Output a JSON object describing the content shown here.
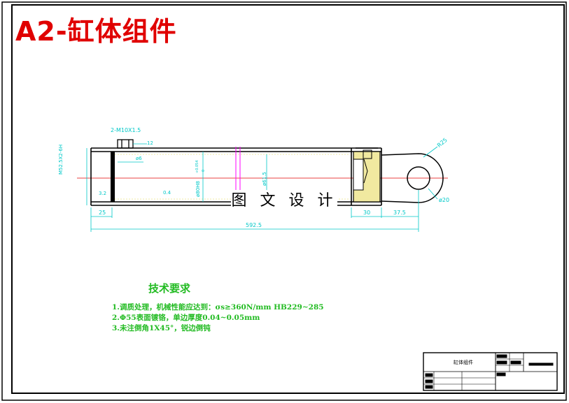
{
  "title": "A2-缸体组件",
  "watermark": "图 文 设 计",
  "drawing": {
    "thread_callout": "2-M10X1.5",
    "dim_port_small": "12",
    "dim_phi6": "ø6",
    "dim_thread_left": "M52.5X2-6H",
    "dim_bore": "ø80H8",
    "dim_tol_upper": "+0.054",
    "dim_tol_lower": "0",
    "dim_61_5": "ø61.5",
    "dim_r25": "R25",
    "dim_phi20": "ø20",
    "roughness_32": "3.2",
    "roughness_04": "0.4",
    "dim_25": "25",
    "dim_30": "30",
    "dim_37_5": "37.5",
    "dim_total": "592.5"
  },
  "tech": {
    "title": "技术要求",
    "lines": [
      "1.调质处理，机械性能应达到：σs≥360N/mm  HB229~285",
      "2.Φ55表面镀铬，单边厚度0.04~0.05mm",
      "3.未注倒角1X45°，锐边倒钝"
    ]
  },
  "title_block": {
    "name": "缸体组件"
  },
  "colors": {
    "frame": "#000000",
    "title": "#e00000",
    "part_outline": "#ffffff",
    "dimension": "#00c8c8",
    "text_green": "#22bb22",
    "centerline": "#e00000",
    "hatch": "#e6d84a",
    "sectionline": "#ff00ff"
  }
}
